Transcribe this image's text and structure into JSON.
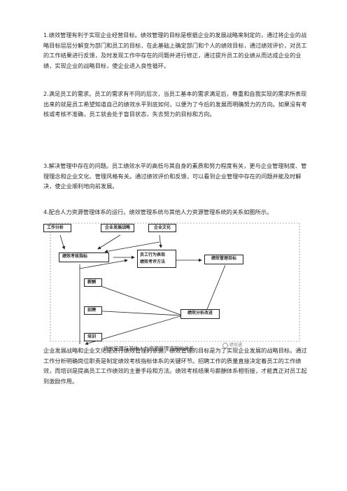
{
  "paragraphs": {
    "p1": "1.绩效管理有利于实现企业经营目标。绩效管理的目标是根据企业的发展战略来制定的，通过将企业的战略目标层层分解变为部门和员工的目标，在此基础上确定部门和个人的绩效目标，通过绩效评价，对员工的工作结果进行反馈，及时发现工作中存在的问题并进行修正，通过提升员工的业绩从而达成企业的业绩，实现企业的战略目标，使企业进入良性循环。",
    "p2": "2.满足员工的需求。员工的需求有不同的层次，当员工基本的需求满足后，尊重和自我实现的需求所表现出来的就是员工希望知道自己的绩效水平到底如何，以便为了今后的发展而明确努力的方向。如果没有考核或考核不准确，员工就会处于盲目状态，失去努力的目标和方向。",
    "p3": "3.解决管理中存在的问题。员工绩效水平的高低与其自身的素质和努力程度有关，更与企业管理制度、管理理念和企业文化、管理风格有关。通过绩效评价和反馈，可以看到企业管理中存在的问题并能及时解决，使企业顺利地向前发展。",
    "p4": "4.配合人力资源管理体系的运行。绩效管理系统与其他人力资源管理系统的关系如图所示。",
    "p5": "企业发展战略和企业文化是进行绩效管理的依据，绩效管理的目标是为了实现企业发展的战略目标。通过工作分析明确岗位职责是制定绩效考核指标体系的关键环节。招聘工作的质量直接决定着员工的工作绩效，而培训是提高员工工作绩效的主要手段和方法。绩效考核结果与薪酬体系相衔接，才能真正对员工起到激励作用。"
  },
  "diagram": {
    "boxes": {
      "job_analysis": "工作分析",
      "strategy": "企业发展战略",
      "culture": "企业文化",
      "indicators": "绩效考核指标",
      "behavior_line1": "员工行为表现",
      "behavior_line2": "绩效考评方法",
      "goal": "绩效管理目标",
      "salary": "薪酬",
      "recruit": "招聘",
      "analysis": "绩效分析改进",
      "training": "培训"
    },
    "caption": "绩效管理与其他人力资源管理流程的关系",
    "watermark": "绩效通"
  }
}
